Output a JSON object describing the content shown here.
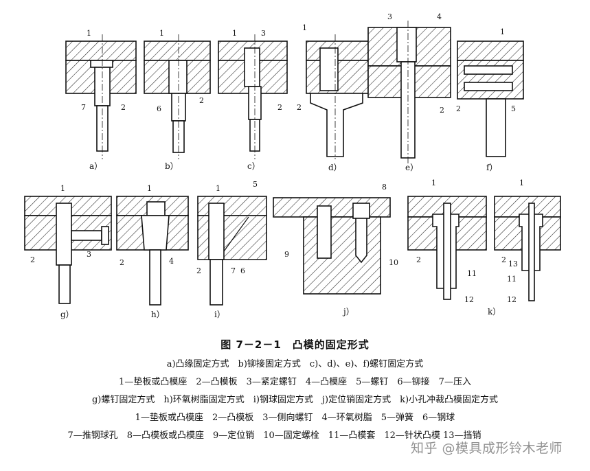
{
  "figure": {
    "title": "图 7－2－1　凸模的固定形式",
    "subfigures": [
      "a）",
      "b）",
      "c）",
      "d）",
      "e）",
      "f）",
      "g）",
      "h）",
      "i）",
      "j）",
      "k）"
    ],
    "parts": {
      "a": [
        "1",
        "7",
        "2"
      ],
      "b": [
        "1",
        "6",
        "2"
      ],
      "c": [
        "1",
        "3",
        "2"
      ],
      "d": [
        "1",
        "2"
      ],
      "e": [
        "3",
        "4",
        "2"
      ],
      "f": [
        "1",
        "2",
        "5"
      ],
      "g": [
        "1",
        "2",
        "3"
      ],
      "h": [
        "1",
        "2",
        "4"
      ],
      "i": [
        "1",
        "5",
        "2",
        "7",
        "6"
      ],
      "j": [
        "8",
        "9",
        "10"
      ],
      "k": [
        "1",
        "2",
        "11",
        "12",
        "1",
        "2",
        "13",
        "11",
        "12"
      ]
    }
  },
  "legend_lines": [
    "a)凸缘固定方式　b)铆接固定方式　c)、d)、e)、f)螺钉固定方式",
    "1—垫板或凸模座　2—凸模板　3—紧定螺钉　4—凸模座　5—螺钉　6—铆接　7—压入",
    "g)螺钉固定方式　h)环氧树脂固定方式　i)钢球固定方式　j)定位销固定方式　k)小孔冲裁凸模固定方式",
    "1—垫板或凸模座　2—凸模板　3—侧向螺钉　4—环氧树脂　5—弹簧　6—钢球",
    "7—推钢球孔　8—凸模板或凸模座　9—定位销　10—固定螺栓　11—凸模套　12—针状凸模 13—挡销"
  ],
  "watermark": "知乎 @模具成形铃木老师"
}
